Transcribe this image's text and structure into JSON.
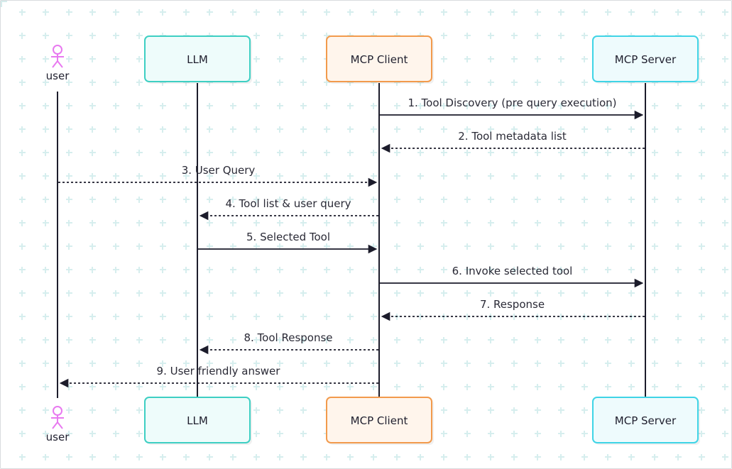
{
  "colors": {
    "background": "#ffffff",
    "grid_marker": "#d6eeee",
    "lifeline": "#1c1c2b",
    "llm_fill": "#eefcfb",
    "llm_stroke": "#3ecfc3",
    "client_fill": "#fff5ec",
    "client_stroke": "#f29a4c",
    "server_fill": "#eefbfd",
    "server_stroke": "#3fd4e6",
    "actor": "#e879f0"
  },
  "participants": [
    {
      "id": "user",
      "label": "user",
      "kind": "actor",
      "icon": "person-icon"
    },
    {
      "id": "llm",
      "label": "LLM",
      "kind": "box",
      "style": "llm"
    },
    {
      "id": "client",
      "label": "MCP Client",
      "kind": "box",
      "style": "client"
    },
    {
      "id": "server",
      "label": "MCP Server",
      "kind": "box",
      "style": "server"
    }
  ],
  "messages": [
    {
      "from": "client",
      "to": "server",
      "label": "1. Tool Discovery (pre query execution)",
      "dashed": false
    },
    {
      "from": "server",
      "to": "client",
      "label": "2. Tool metadata list",
      "dashed": true
    },
    {
      "from": "user",
      "to": "client",
      "label": "3. User Query",
      "dashed": true
    },
    {
      "from": "client",
      "to": "llm",
      "label": "4. Tool list & user query",
      "dashed": true
    },
    {
      "from": "llm",
      "to": "client",
      "label": "5. Selected Tool",
      "dashed": false
    },
    {
      "from": "client",
      "to": "server",
      "label": "6. Invoke selected tool",
      "dashed": false
    },
    {
      "from": "server",
      "to": "client",
      "label": "7. Response",
      "dashed": true
    },
    {
      "from": "client",
      "to": "llm",
      "label": "8. Tool Response",
      "dashed": true
    },
    {
      "from": "client",
      "to": "user",
      "label": "9. User friendly answer",
      "dashed": true
    }
  ]
}
